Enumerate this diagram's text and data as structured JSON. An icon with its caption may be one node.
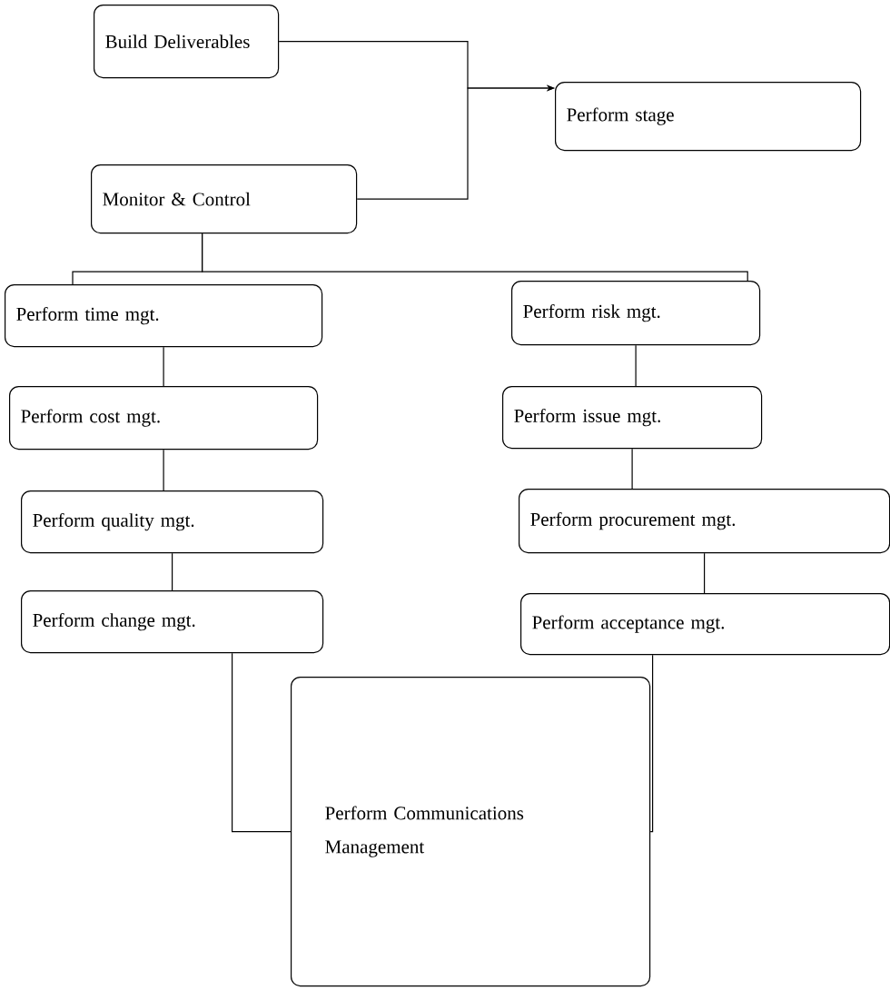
{
  "diagram": {
    "nodes": [
      {
        "text": [
          "Build Deliverables"
        ]
      },
      {
        "text": [
          "Perform stage"
        ]
      },
      {
        "text": [
          "Monitor & Control"
        ]
      },
      {
        "text": [
          "Perform time mgt."
        ]
      },
      {
        "text": [
          "Perform risk mgt."
        ]
      },
      {
        "text": [
          "Perform cost mgt."
        ]
      },
      {
        "text": [
          "Perform issue mgt."
        ]
      },
      {
        "text": [
          "Perform quality mgt."
        ]
      },
      {
        "text": [
          "Perform procurement mgt."
        ]
      },
      {
        "text": [
          "Perform change mgt."
        ]
      },
      {
        "text": [
          "Perform acceptance mgt."
        ]
      },
      {
        "text": [
          "Perform Communications Management"
        ]
      }
    ],
    "edges": [
      {
        "from": 0,
        "to": 1,
        "arrow": "to"
      },
      {
        "from": 2,
        "to": 1,
        "arrow": "to"
      },
      {
        "from": 2,
        "to": 3,
        "arrow": "none"
      },
      {
        "from": 2,
        "to": 4,
        "arrow": "none"
      },
      {
        "from": 3,
        "to": 5,
        "arrow": "none"
      },
      {
        "from": 5,
        "to": 7,
        "arrow": "none"
      },
      {
        "from": 7,
        "to": 9,
        "arrow": "none"
      },
      {
        "from": 4,
        "to": 6,
        "arrow": "none"
      },
      {
        "from": 6,
        "to": 8,
        "arrow": "none"
      },
      {
        "from": 8,
        "to": 10,
        "arrow": "none"
      },
      {
        "from": 9,
        "to": 11,
        "arrow": "none"
      },
      {
        "from": 10,
        "to": 11,
        "arrow": "none"
      }
    ]
  }
}
